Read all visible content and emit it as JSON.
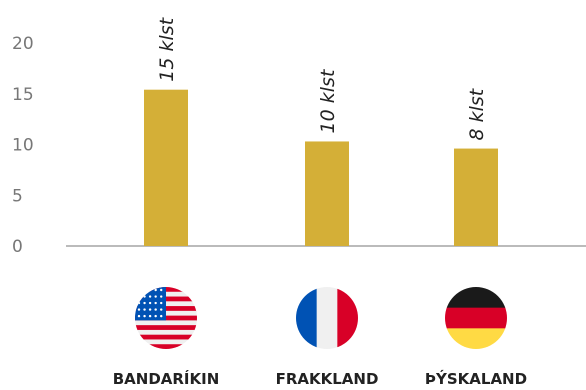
{
  "chart_data": {
    "type": "bar",
    "categories": [
      "BANDARÍKIN",
      "FRAKKLAND",
      "ÞÝSKALAND"
    ],
    "values": [
      15.4,
      10.3,
      9.6
    ],
    "data_labels": [
      "15 klst",
      "10 klst",
      "8 klst"
    ],
    "flags": [
      "usa-flag-icon",
      "france-flag-icon",
      "germany-flag-icon"
    ],
    "yticks": [
      0,
      5,
      10,
      15,
      20
    ],
    "ylim": [
      0,
      20
    ],
    "grid": false,
    "colors": {
      "bar": "#D4AF37",
      "axis": "#BBBBBB",
      "tick": "#777777",
      "text": "#222222"
    }
  }
}
